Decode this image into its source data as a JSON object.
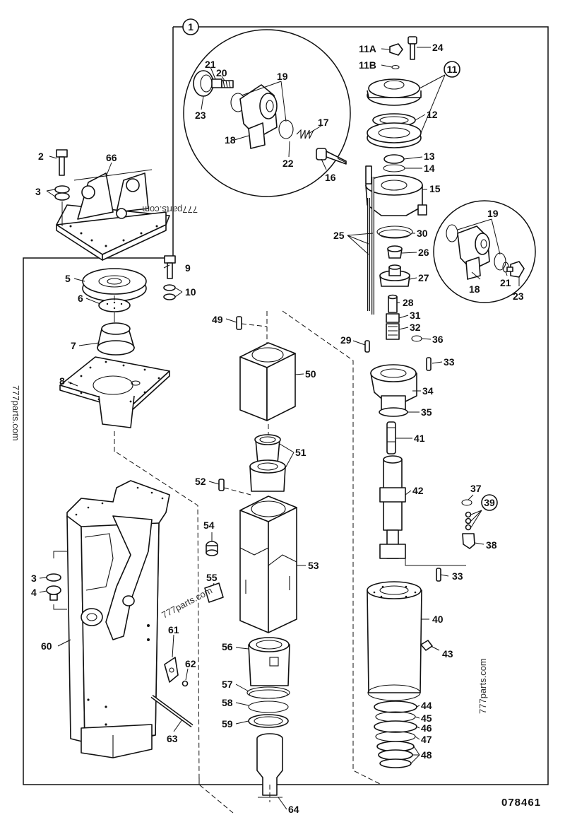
{
  "diagram": {
    "reference_number": "078461",
    "watermarks": [
      "777parts.com",
      "777parts.com",
      "777parts.com",
      "777parts.com"
    ],
    "circled_labels": [
      "1",
      "11",
      "39"
    ],
    "labels": [
      {
        "id": "p2",
        "text": "2"
      },
      {
        "id": "p3a",
        "text": "3"
      },
      {
        "id": "p66",
        "text": "66"
      },
      {
        "id": "p5",
        "text": "5"
      },
      {
        "id": "p9",
        "text": "9"
      },
      {
        "id": "p10",
        "text": "10"
      },
      {
        "id": "p6",
        "text": "6"
      },
      {
        "id": "p7",
        "text": "7"
      },
      {
        "id": "p8",
        "text": "8"
      },
      {
        "id": "p3b",
        "text": "3"
      },
      {
        "id": "p4",
        "text": "4"
      },
      {
        "id": "p60",
        "text": "60"
      },
      {
        "id": "p61",
        "text": "61"
      },
      {
        "id": "p62",
        "text": "62"
      },
      {
        "id": "p63",
        "text": "63"
      },
      {
        "id": "p21a",
        "text": "21"
      },
      {
        "id": "p20",
        "text": "20"
      },
      {
        "id": "p19a",
        "text": "19"
      },
      {
        "id": "p23a",
        "text": "23"
      },
      {
        "id": "p18a",
        "text": "18"
      },
      {
        "id": "p17",
        "text": "17"
      },
      {
        "id": "p22",
        "text": "22"
      },
      {
        "id": "p16",
        "text": "16"
      },
      {
        "id": "p11A",
        "text": "11A"
      },
      {
        "id": "p11B",
        "text": "11B"
      },
      {
        "id": "p24",
        "text": "24"
      },
      {
        "id": "p12",
        "text": "12"
      },
      {
        "id": "p13",
        "text": "13"
      },
      {
        "id": "p14",
        "text": "14"
      },
      {
        "id": "p15",
        "text": "15"
      },
      {
        "id": "p25",
        "text": "25"
      },
      {
        "id": "p30",
        "text": "30"
      },
      {
        "id": "p26",
        "text": "26"
      },
      {
        "id": "p27",
        "text": "27"
      },
      {
        "id": "p19b",
        "text": "19"
      },
      {
        "id": "p18b",
        "text": "18"
      },
      {
        "id": "p21b",
        "text": "21"
      },
      {
        "id": "p23b",
        "text": "23"
      },
      {
        "id": "p28",
        "text": "28"
      },
      {
        "id": "p31",
        "text": "31"
      },
      {
        "id": "p32",
        "text": "32"
      },
      {
        "id": "p29",
        "text": "29"
      },
      {
        "id": "p36",
        "text": "36"
      },
      {
        "id": "p33a",
        "text": "33"
      },
      {
        "id": "p34",
        "text": "34"
      },
      {
        "id": "p35",
        "text": "35"
      },
      {
        "id": "p41",
        "text": "41"
      },
      {
        "id": "p42",
        "text": "42"
      },
      {
        "id": "p37",
        "text": "37"
      },
      {
        "id": "p38",
        "text": "38"
      },
      {
        "id": "p33b",
        "text": "33"
      },
      {
        "id": "p40",
        "text": "40"
      },
      {
        "id": "p43",
        "text": "43"
      },
      {
        "id": "p44",
        "text": "44"
      },
      {
        "id": "p45",
        "text": "45"
      },
      {
        "id": "p46",
        "text": "46"
      },
      {
        "id": "p47",
        "text": "47"
      },
      {
        "id": "p48",
        "text": "48"
      },
      {
        "id": "p49",
        "text": "49"
      },
      {
        "id": "p50",
        "text": "50"
      },
      {
        "id": "p51",
        "text": "51"
      },
      {
        "id": "p52",
        "text": "52"
      },
      {
        "id": "p53",
        "text": "53"
      },
      {
        "id": "p54",
        "text": "54"
      },
      {
        "id": "p55",
        "text": "55"
      },
      {
        "id": "p56",
        "text": "56"
      },
      {
        "id": "p57",
        "text": "57"
      },
      {
        "id": "p58",
        "text": "58"
      },
      {
        "id": "p59",
        "text": "59"
      },
      {
        "id": "p64",
        "text": "64"
      }
    ]
  }
}
